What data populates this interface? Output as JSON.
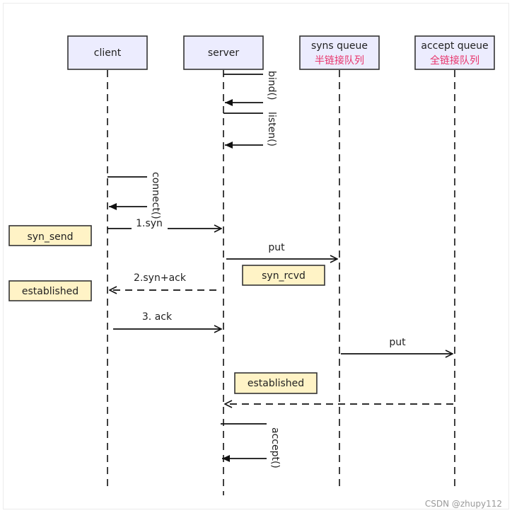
{
  "colors": {
    "participant_fill": "#ececfe",
    "note_fill": "#fff3c6",
    "line": "#111111",
    "accent_cn": "#e8336b"
  },
  "participants": [
    {
      "name": "client",
      "subtitle": ""
    },
    {
      "name": "server",
      "subtitle": ""
    },
    {
      "name": "syns queue",
      "subtitle": "半链接队列"
    },
    {
      "name": "accept queue",
      "subtitle": "全链接队列"
    }
  ],
  "self_calls": [
    {
      "label": "bind()"
    },
    {
      "label": "listen()"
    },
    {
      "label": "connect()"
    },
    {
      "label": "accept()"
    }
  ],
  "messages": [
    {
      "label": "1.syn"
    },
    {
      "label": "put"
    },
    {
      "label": "2.syn+ack"
    },
    {
      "label": "3. ack"
    },
    {
      "label": "put"
    },
    {
      "label": ""
    }
  ],
  "notes": [
    {
      "text": "syn_send"
    },
    {
      "text": "syn_rcvd"
    },
    {
      "text": "established"
    },
    {
      "text": "established"
    }
  ],
  "watermark": "CSDN @zhupy112"
}
